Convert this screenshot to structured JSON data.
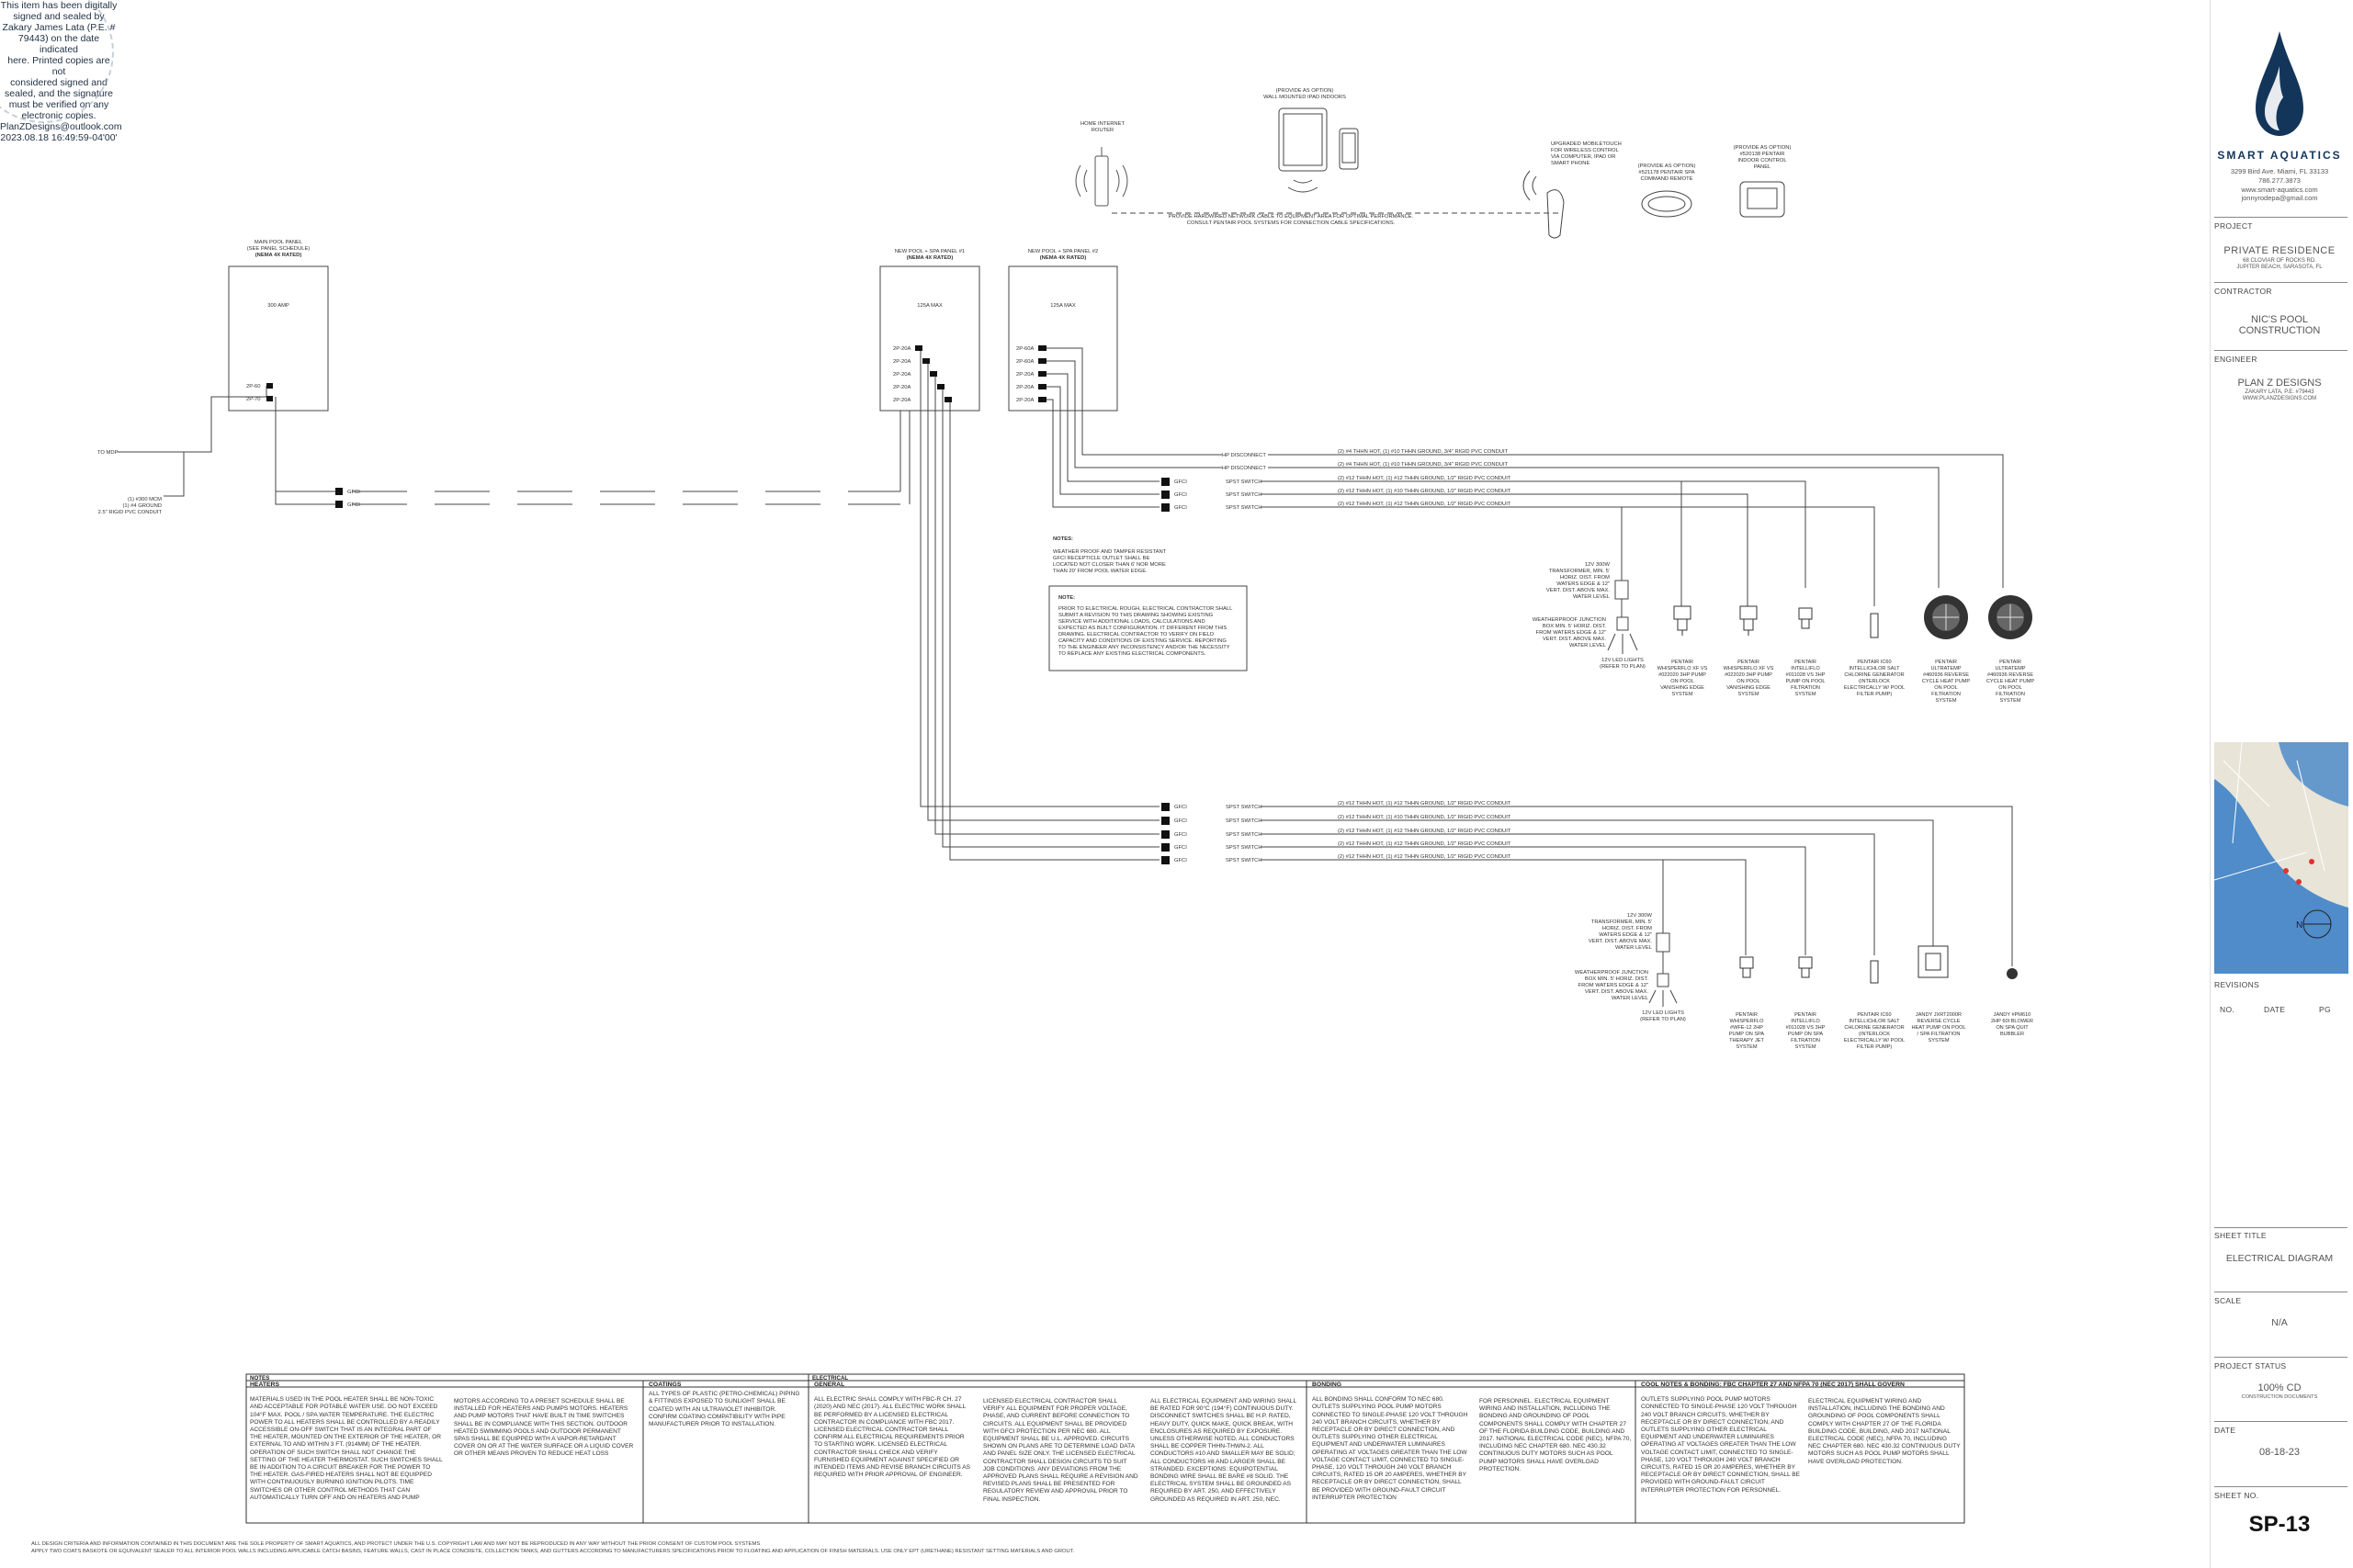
{
  "seal": {
    "lines": [
      "This item has been digitally",
      "signed and sealed by",
      "Zakary James Lata (P.E. #",
      "79443) on the date indicated",
      "here. Printed copies are not",
      "considered signed and",
      "sealed, and the signature",
      "must be verified on any",
      "electronic copies.",
      "PlanZDesigns@outlook.com",
      "2023.08.18 16:49:59-04'00'"
    ]
  },
  "company": {
    "name": "SMART AQUATICS",
    "address": "3299 Bird Ave. Miami, FL 33133",
    "phone": "786.277.3873",
    "web": "www.smart-aquatics.com",
    "email": "jonnyrodepa@gmail.com"
  },
  "title_block": {
    "project_label": "PROJECT",
    "project_name": "PRIVATE RESIDENCE",
    "project_addr1": "68 CLOVIAR OF ROCKS RD.",
    "project_addr2": "JUPITER BEACH, SARASOTA, FL",
    "contractor_label": "CONTRACTOR",
    "contractor_1": "NIC'S POOL",
    "contractor_2": "CONSTRUCTION",
    "engineer_label": "ENGINEER",
    "engineer_1": "PLAN Z DESIGNS",
    "engineer_2": "ZAKARY LATA, P.E. #79443",
    "engineer_3": "WWW.PLANZDESIGNS.COM",
    "revisions_label": "REVISIONS",
    "rev_no": "NO.",
    "rev_date": "DATE",
    "rev_pg": "PG",
    "sheet_title_label": "SHEET TITLE",
    "sheet_title": "ELECTRICAL DIAGRAM",
    "scale_label": "SCALE",
    "scale": "N/A",
    "status_label": "PROJECT STATUS",
    "status_1": "100% CD",
    "status_2": "CONSTRUCTION DOCUMENTS",
    "date_label": "DATE",
    "date": "08-18-23",
    "sheet_no_label": "SHEET NO.",
    "sheet_no": "SP-13",
    "map_north": "N"
  },
  "diagram": {
    "internet_label_1": "HOME INTERNET",
    "internet_label_2": "ROUTER",
    "tablet_label_1": "(PROVIDE AS OPTION)",
    "tablet_label_2": "WALL MOUNTED IPAD INDOORS",
    "mobile_label_1": "UPGRADED MOBILETOUCH",
    "mobile_label_2": "FOR WIRELESS CONTROL",
    "mobile_label_3": "VIA COMPUTER, IPAD OR",
    "mobile_label_4": "SMART PHONE",
    "remote1_label_1": "(PROVIDE AS OPTION)",
    "remote1_label_2": "#521178 PENTAIR SPA",
    "remote1_label_3": "COMMAND REMOTE",
    "remote2_label_1": "(PROVIDE AS OPTION)",
    "remote2_label_2": "#520138 PENTAIR",
    "remote2_label_3": "INDOOR CONTROL",
    "remote2_label_4": "PANEL",
    "network_note_1": "PROVIDE HARDWIRED NETWORK CABLE TO EQUIPMENT AREA FOR OPTIMAL PERFORMANCE.",
    "network_note_2": "CONSULT PENTAIR POOL SYSTEMS FOR CONNECTION CABLE SPECIFICATIONS.",
    "main_panel_1": "MAIN POOL PANEL",
    "main_panel_2": "(SEE PANEL SCHEDULE)",
    "main_panel_3": "(NEMA 4X RATED)",
    "main_panel_amps": "300 AMP",
    "main_breaker_1": "2P-60",
    "main_breaker_2": "2P-70",
    "panel1_1": "NEW POOL + SPA PANEL #1",
    "panel1_2": "(NEMA 4X RATED)",
    "panel1_amps": "125A MAX",
    "panel2_1": "NEW POOL + SPA PANEL #2",
    "panel2_2": "(NEMA 4X RATED)",
    "panel2_amps": "125A MAX",
    "panel1_breakers": [
      "2P-20A",
      "2P-20A",
      "2P-20A",
      "2P-20A",
      "2P-20A"
    ],
    "panel2_breakers": [
      "2P-60A",
      "2P-60A",
      "2P-20A",
      "2P-20A",
      "2P-20A"
    ],
    "to_mdp": "TO MDP",
    "feeder_1": "(1) #300 MCM",
    "feeder_2": "(1) #4 GROUND",
    "feeder_3": "2.5\" RIGID PVC CONDUIT",
    "gfci": "GFCI",
    "upper_circuits": [
      {
        "gfci": "",
        "device": "HP DISCONNECT",
        "wire": "(2) #4 THHN HOT, (1) #10 THHN GROUND, 3/4\" RIGID PVC CONDUIT"
      },
      {
        "gfci": "",
        "device": "HP DISCONNECT",
        "wire": "(2) #4 THHN HOT, (1) #10 THHN GROUND, 3/4\" RIGID PVC CONDUIT"
      },
      {
        "gfci": "GFCI",
        "device": "SPST SWITCH",
        "wire": "(2) #12 THHN HOT, (1) #12 THHN GROUND, 1/2\" RIGID PVC CONDUIT"
      },
      {
        "gfci": "GFCI",
        "device": "SPST SWITCH",
        "wire": "(2) #12 THHN HOT, (1) #10 THHN GROUND, 1/2\" RIGID PVC CONDUIT"
      },
      {
        "gfci": "GFCI",
        "device": "SPST SWITCH",
        "wire": "(2) #12 THHN HOT, (1) #12 THHN GROUND, 1/2\" RIGID PVC CONDUIT"
      }
    ],
    "lower_circuits": [
      {
        "gfci": "GFCI",
        "device": "SPST SWITCH",
        "wire": "(2) #12 THHN HOT, (1) #12 THHN GROUND, 1/2\" RIGID PVC CONDUIT"
      },
      {
        "gfci": "GFCI",
        "device": "SPST SWITCH",
        "wire": "(2) #12 THHN HOT, (1) #10 THHN GROUND, 1/2\" RIGID PVC CONDUIT"
      },
      {
        "gfci": "GFCI",
        "device": "SPST SWITCH",
        "wire": "(2) #12 THHN HOT, (1) #12 THHN GROUND, 1/2\" RIGID PVC CONDUIT"
      },
      {
        "gfci": "GFCI",
        "device": "SPST SWITCH",
        "wire": "(2) #12 THHN HOT, (1) #12 THHN GROUND, 1/2\" RIGID PVC CONDUIT"
      },
      {
        "gfci": "GFCI",
        "device": "SPST SWITCH",
        "wire": "(2) #12 THHN HOT, (1) #12 THHN GROUND, 1/2\" RIGID PVC CONDUIT"
      }
    ],
    "notes_title": "NOTES:",
    "notes_lines": [
      "WEATHER PROOF AND TAMPER RESISTANT",
      "GFCI RECEPTICLE OUTLET SHALL BE",
      "LOCATED NOT CLOSER THAN 6' NOR MORE",
      "THAN 20' FROM POOL WATER EDGE."
    ],
    "note_box_title": "NOTE:",
    "note_box_lines": [
      "PRIOR TO ELECTRICAL ROUGH, ELECTRICAL CONTRACTOR SHALL",
      "SUBMIT A REVISION TO THIS DRAWING SHOWING EXISTING",
      "SERVICE WITH ADDITIONAL LOADS, CALCULATIONS AND",
      "EXPECTED AS BUILT CONFIGURATION. IT DIFFERENT FROM THIS",
      "DRAWING. ELECTRICAL CONTRACTOR TO VERIFY ON FIELD",
      "CAPACITY AND CONDITIONS OF EXISTING SERVICE. REPORTING",
      "TO THE ENGINEER ANY INCONSISTENCY AND/OR THE NECESSITY",
      "TO REPLACE ANY EXISTING ELECTRICAL COMPONENTS."
    ],
    "transformer_label": [
      "12V 300W",
      "TRANSFORMER, MIN. 5'",
      "HORIZ. DIST. FROM",
      "WATERS EDGE & 12\"",
      "VERT. DIST. ABOVE MAX.",
      "WATER LEVEL"
    ],
    "junction_label": [
      "WEATHERPROOF JUNCTION",
      "BOX MIN. 5' HORIZ. DIST.",
      "FROM WATERS EDGE & 12\"",
      "VERT. DIST. ABOVE MAX.",
      "WATER LEVEL"
    ],
    "led_label": [
      "12V LED LIGHTS",
      "(REFER TO PLAN)"
    ],
    "upper_equipment": [
      {
        "lines": [
          "PENTAIR",
          "WHISPERFLO XF VS",
          "#022020 3HP PUMP",
          "ON POOL",
          "VANISHING EDGE",
          "SYSTEM"
        ]
      },
      {
        "lines": [
          "PENTAIR",
          "WHISPERFLO XF VS",
          "#022020 3HP PUMP",
          "ON POOL",
          "VANISHING EDGE",
          "SYSTEM"
        ]
      },
      {
        "lines": [
          "PENTAIR",
          "INTELLIFLO",
          "#011028 VS 3HP",
          "PUMP ON POOL",
          "FILTRATION",
          "SYSTEM"
        ]
      },
      {
        "lines": [
          "PENTAIR IC60",
          "INTELLICHLOR SALT",
          "CHLORINE GENERATOR",
          "(INTERLOCK",
          "ELECTRICALLY W/ POOL",
          "FILTER PUMP)"
        ]
      },
      {
        "lines": [
          "PENTAIR",
          "ULTRATEMP",
          "#460936 REVERSE",
          "CYCLE HEAT PUMP",
          "ON POOL",
          "FILTRATION",
          "SYSTEM"
        ]
      },
      {
        "lines": [
          "PENTAIR",
          "ULTRATEMP",
          "#460936 REVERSE",
          "CYCLE HEAT PUMP",
          "ON POOL",
          "FILTRATION",
          "SYSTEM"
        ]
      }
    ],
    "lower_equipment": [
      {
        "lines": [
          "PENTAIR",
          "WHISPERFLO",
          "#WFE-12 2HP",
          "PUMP ON SPA",
          "THERAPY JET",
          "SYSTEM"
        ]
      },
      {
        "lines": [
          "PENTAIR",
          "INTELLIFLO",
          "#011028 VS 3HP",
          "PUMP ON SPA",
          "FILTRATION",
          "SYSTEM"
        ]
      },
      {
        "lines": [
          "PENTAIR IC60",
          "INTELLICHLOR SALT",
          "CHLORINE GENERATOR",
          "(INTERLOCK",
          "ELECTRICALLY W/ POOL",
          "FILTER PUMP)"
        ]
      },
      {
        "lines": [
          "JANDY JXRT2000R",
          "REVERSE CYCLE",
          "HEAT PUMP ON POOL",
          "/ SPA FILTRATION",
          "SYSTEM"
        ]
      },
      {
        "lines": [
          "JANDY #PM610",
          "2HP 60I BLOWER",
          "ON SPA QUIT",
          "BUBBLER"
        ]
      }
    ]
  },
  "general_notes": {
    "header": "NOTES",
    "sections": [
      {
        "title": "HEATERS",
        "text": "MATERIALS USED IN THE POOL HEATER SHALL BE NON-TOXIC AND ACCEPTABLE FOR POTABLE WATER USE. DO NOT EXCEED 104°F MAX. POOL / SPA WATER TEMPERATURE. THE ELECTRIC POWER TO ALL HEATERS SHALL BE CONTROLLED BY A READILY ACCESSIBLE ON-OFF SWITCH THAT IS AN INTEGRAL PART OF THE HEATER, MOUNTED ON THE EXTERIOR OF THE HEATER, OR EXTERNAL TO AND WITHIN 3 FT. (914MM) OF THE HEATER. OPERATION OF SUCH SWITCH SHALL NOT CHANGE THE SETTING OF THE HEATER THERMOSTAT. SUCH SWITCHES SHALL BE IN ADDITION TO A CIRCUIT BREAKER FOR THE POWER TO THE HEATER. GAS-FIRED HEATERS SHALL NOT BE EQUIPPED WITH CONTINUOUSLY BURNING IGNITION PILOTS. TIME SWITCHES OR OTHER CONTROL METHODS THAT CAN AUTOMATICALLY TURN OFF AND ON HEATERS AND PUMP"
      },
      {
        "title": "",
        "text": "MOTORS ACCORDING TO A PRESET SCHEDULE SHALL BE INSTALLED FOR HEATERS AND PUMPS MOTORS. HEATERS AND PUMP MOTORS THAT HAVE BUILT IN TIME SWITCHES SHALL BE IN COMPLIANCE WITH THIS SECTION. OUTDOOR HEATED SWIMMING POOLS AND OUTDOOR PERMANENT SPAS SHALL BE EQUIPPED WITH A VAPOR-RETARDANT COVER ON OR AT THE WATER SURFACE OR A LIQUID COVER OR OTHER MEANS PROVEN TO REDUCE HEAT LOSS"
      },
      {
        "title": "COATINGS",
        "text": "ALL TYPES OF PLASTIC (PETRO-CHEMICAL) PIPING & FITTINGS EXPOSED TO SUNLIGHT SHALL BE COATED WITH AN ULTRAVIOLET INHIBITOR. CONFIRM COATING COMPATIBILITY WITH PIPE MANUFACTURER PRIOR TO INSTALLATION."
      },
      {
        "title": "GENERAL",
        "text": "ALL ELECTRIC SHALL COMPLY WITH FBC-R CH. 27 (2020) AND NEC (2017). ALL ELECTRIC WORK SHALL BE PERFORMED BY A LICENSED ELECTRICAL CONTRACTOR IN COMPLIANCE WITH FBC 2017. LICENSED ELECTRICAL CONTRACTOR SHALL CONFIRM ALL ELECTRICAL REQUIREMENTS PRIOR TO STARTING WORK. LICENSED ELECTRICAL CONTRACTOR SHALL CHECK AND VERIFY FURNISHED EQUIPMENT AGAINST SPECIFIED OR INTENDED ITEMS AND REVISE BRANCH CIRCUITS AS REQUIRED WITH PRIOR APPROVAL OF ENGINEER."
      },
      {
        "title": "",
        "text": "LICENSED ELECTRICAL CONTRACTOR SHALL VERIFY ALL EQUIPMENT FOR PROPER VOLTAGE, PHASE, AND CURRENT BEFORE CONNECTION TO CIRCUITS. ALL EQUIPMENT SHALL BE PROVIDED WITH GFCI PROTECTION PER NEC 680. ALL EQUIPMENT SHALL BE U.L. APPROVED. CIRCUITS SHOWN ON PLANS ARE TO DETERMINE LOAD DATA AND PANEL SIZE ONLY. THE LICENSED ELECTRICAL CONTRACTOR SHALL DESIGN CIRCUITS TO SUIT JOB CONDITIONS. ANY DEVIATIONS FROM THE APPROVED PLANS SHALL REQUIRE A REVISION AND REVISED PLANS SHALL BE PRESENTED FOR REGULATORY REVIEW AND APPROVAL PRIOR TO FINAL INSPECTION."
      },
      {
        "title": "",
        "text": "ALL ELECTRICAL EQUIPMENT AND WIRING SHALL BE RATED FOR 90°C (194°F) CONTINUOUS DUTY. DISCONNECT SWITCHES SHALL BE H.P. RATED, HEAVY DUTY, QUICK MAKE, QUICK BREAK, WITH ENCLOSURES AS REQUIRED BY EXPOSURE. UNLESS OTHERWISE NOTED, ALL CONDUCTORS SHALL BE COPPER THHN-THWN-2. ALL CONDUCTORS #10 AND SMALLER MAY BE SOLID; ALL CONDUCTORS #8 AND LARGER SHALL BE STRANDED. EXCEPTIONS: EQUIPOTENTIAL BONDING WIRE SHALL BE BARE #8 SOLID. THE ELECTRICAL SYSTEM SHALL BE GROUNDED AS REQUIRED BY ART. 250, AND EFFECTIVELY GROUNDED AS REQUIRED IN ART. 250, NEC."
      },
      {
        "title": "BONDING",
        "text": "ALL BONDING SHALL CONFORM TO NEC 680. OUTLETS SUPPLYING POOL PUMP MOTORS CONNECTED TO SINGLE-PHASE 120 VOLT THROUGH 240 VOLT BRANCH CIRCUITS, WHETHER BY RECEPTACLE OR BY DIRECT CONNECTION, AND OUTLETS SUPPLYING OTHER ELECTRICAL EQUIPMENT AND UNDERWATER LUMINAIRES OPERATING AT VOLTAGES GREATER THAN THE LOW VOLTAGE CONTACT LIMIT, CONNECTED TO SINGLE-PHASE, 120 VOLT THROUGH 240 VOLT BRANCH CIRCUITS, RATED 15 OR 20 AMPERES, WHETHER BY RECEPTACLE OR BY DIRECT CONNECTION, SHALL BE PROVIDED WITH GROUND-FAULT CIRCUIT INTERRUPTER PROTECTION"
      },
      {
        "title": "",
        "text": "FOR PERSONNEL. ELECTRICAL EQUIPMENT WIRING AND INSTALLATION, INCLUDING THE BONDING AND GROUNDING OF POOL COMPONENTS SHALL COMPLY WITH CHAPTER 27 OF THE FLORIDA BUILDING CODE, BUILDING AND 2017. NATIONAL ELECTRICAL CODE (NEC), NFPA 70, INCLUDING NEC CHAPTER 680. NEC 430.32 CONTINUOUS DUTY MOTORS SUCH AS POOL PUMP MOTORS SHALL HAVE OVERLOAD PROTECTION."
      },
      {
        "title": "COOL NOTES & BONDING: FBC CHAPTER 27 AND NFPA 70 (NEC 2017) SHALL GOVERN",
        "text": "OUTLETS SUPPLYING POOL PUMP MOTORS CONNECTED TO SINGLE-PHASE 120 VOLT THROUGH 240 VOLT BRANCH CIRCUITS, WHETHER BY RECEPTACLE OR BY DIRECT CONNECTION, AND OUTLETS SUPPLYING OTHER ELECTRICAL EQUIPMENT AND UNDERWATER LUMINAIRES OPERATING AT VOLTAGES GREATER THAN THE LOW VOLTAGE CONTACT LIMIT, CONNECTED TO SINGLE-PHASE, 120 VOLT THROUGH 240 VOLT BRANCH CIRCUITS, RATED 15 OR 20 AMPERES, WHETHER BY RECEPTACLE OR BY DIRECT CONNECTION, SHALL BE PROVIDED WITH GROUND-FAULT CIRCUIT INTERRUPTER PROTECTION FOR PERSONNEL."
      },
      {
        "title": "",
        "text": "ELECTRICAL EQUIPMENT WIRING AND INSTALLATION, INCLUDING THE BONDING AND GROUNDING OF POOL COMPONENTS SHALL COMPLY WITH CHAPTER 27 OF THE FLORIDA BUILDING CODE, BUILDING, AND 2017 NATIONAL ELECTRICAL CODE (NEC), NFPA 70, INCLUDING NEC CHAPTER 680. NEC 430.32 CONTINUOUS DUTY MOTORS SUCH AS POOL PUMP MOTORS SHALL HAVE OVERLOAD PROTECTION."
      }
    ],
    "electrical_header": "ELECTRICAL",
    "footer_1": "ALL DESIGN CRITERIA AND INFORMATION CONTAINED IN THIS DOCUMENT ARE THE SOLE PROPERTY OF SMART AQUATICS, AND PROTECT UNDER THE U.S. COPYRIGHT LAW AND MAY NOT BE REPRODUCED IN ANY WAY WITHOUT THE PRIOR CONSENT OF CUSTOM POOL SYSTEMS",
    "footer_2": "APPLY TWO COATS BASKOTE OR EQUIVALENT SEALER TO ALL INTERIOR POOL WALLS INCLUDING APPLICABLE CATCH BASINS, FEATURE WALLS, CAST IN PLACE CONCRETE, COLLECTION TANKS, AND GUTTERS ACCORDING TO MANUFACTURERS SPECIFICATIONS PRIOR TO FLOATING AND APPLICATION OF FINISH MATERIALS. USE ONLY EPT (URETHANE) RESISTANT SETTING MATERIALS AND GROUT."
  },
  "colors": {
    "logo": "#13355a",
    "line": "#444444",
    "map_water": "#4f8cc9",
    "map_land": "#e8e4d8"
  }
}
